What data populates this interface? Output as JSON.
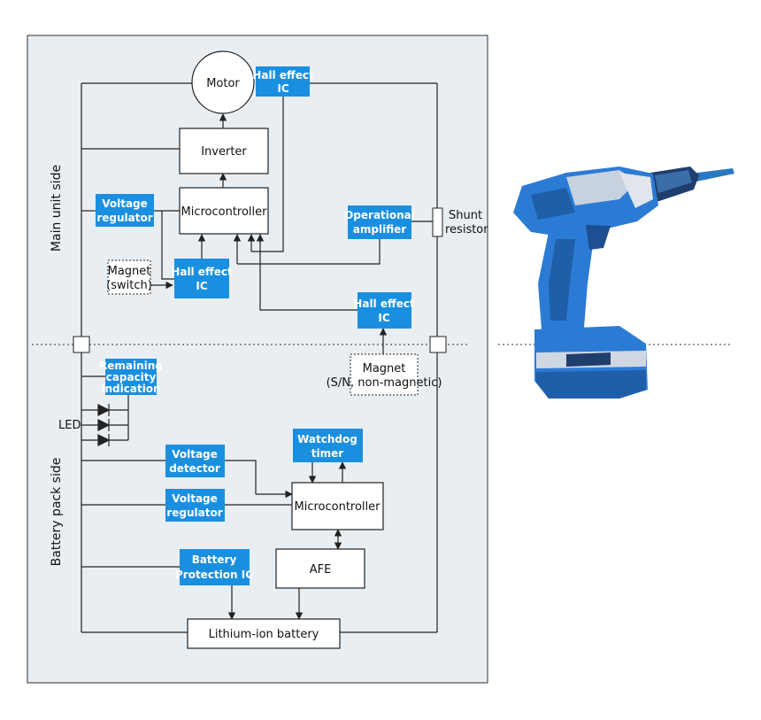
{
  "sides": {
    "main_unit": "Main unit side",
    "battery_pack": "Battery pack side"
  },
  "main": {
    "motor": "Motor",
    "hall_ic_top": [
      "Hall effect",
      "IC"
    ],
    "inverter": "Inverter",
    "voltage_regulator": [
      "Voltage",
      "regulator"
    ],
    "microcontroller": "Microcontroller",
    "op_amp": [
      "Operational",
      "amplifier"
    ],
    "shunt_resistor": [
      "Shunt",
      "resistor"
    ],
    "magnet_switch": [
      "Magnet",
      "(switch)"
    ],
    "hall_ic_switch": [
      "Hall effect",
      "IC"
    ],
    "hall_ic_pack": [
      "Hall effect",
      "IC"
    ]
  },
  "battery": {
    "magnet_pack": [
      "Magnet",
      "(S/N, non-magnetic)"
    ],
    "remaining_capacity": [
      "Remaining",
      "capacity",
      "indication"
    ],
    "led": "LED",
    "watchdog": [
      "Watchdog",
      "timer"
    ],
    "voltage_detector": [
      "Voltage",
      "detector"
    ],
    "voltage_regulator": [
      "Voltage",
      "regulator"
    ],
    "microcontroller": "Microcontroller",
    "protection_ic": [
      "Battery",
      "Protection IC"
    ],
    "afe": "AFE",
    "lithium_battery": "Lithium-ion battery"
  },
  "colors": {
    "accent_blue": "#1a8fe0",
    "panel_bg": "#e9eef3",
    "line": "#222222"
  }
}
